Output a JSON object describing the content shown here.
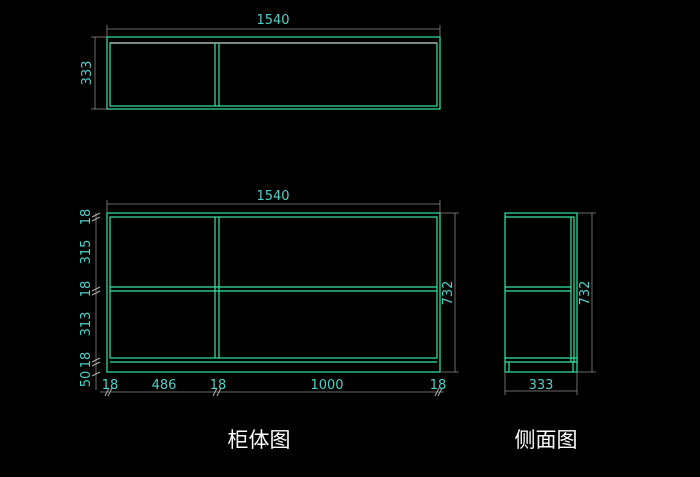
{
  "top_view": {
    "width_label": "1540",
    "depth_label": "333"
  },
  "front_view": {
    "width_label": "1540",
    "height_label": "732",
    "vertical_dims": [
      "18",
      "315",
      "18",
      "313",
      "18",
      "50"
    ],
    "horizontal_dims": [
      "18",
      "486",
      "18",
      "1000",
      "18"
    ],
    "caption": "柜体图"
  },
  "side_view": {
    "height_label": "732",
    "depth_label": "333",
    "caption": "侧面图"
  },
  "colors": {
    "background": "#000000",
    "panel_line": "#35e6a6",
    "dimension_text": "#4fd0c8",
    "caption_text": "#ffffff"
  }
}
